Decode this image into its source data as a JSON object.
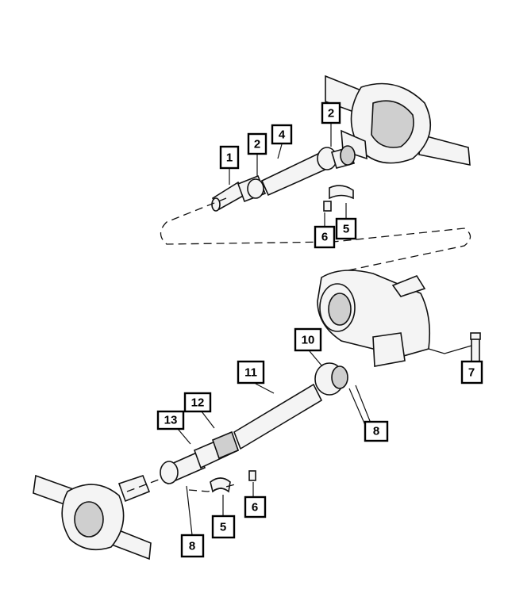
{
  "callouts": [
    {
      "id": "c1",
      "label": "1"
    },
    {
      "id": "c2a",
      "label": "2"
    },
    {
      "id": "c2b",
      "label": "2"
    },
    {
      "id": "c4",
      "label": "4"
    },
    {
      "id": "c5a",
      "label": "5"
    },
    {
      "id": "c6a",
      "label": "6"
    },
    {
      "id": "c10",
      "label": "10"
    },
    {
      "id": "c7",
      "label": "7"
    },
    {
      "id": "c11",
      "label": "11"
    },
    {
      "id": "c12",
      "label": "12"
    },
    {
      "id": "c13",
      "label": "13"
    },
    {
      "id": "c8a",
      "label": "8"
    },
    {
      "id": "c6b",
      "label": "6"
    },
    {
      "id": "c5b",
      "label": "5"
    },
    {
      "id": "c8b",
      "label": "8"
    }
  ]
}
